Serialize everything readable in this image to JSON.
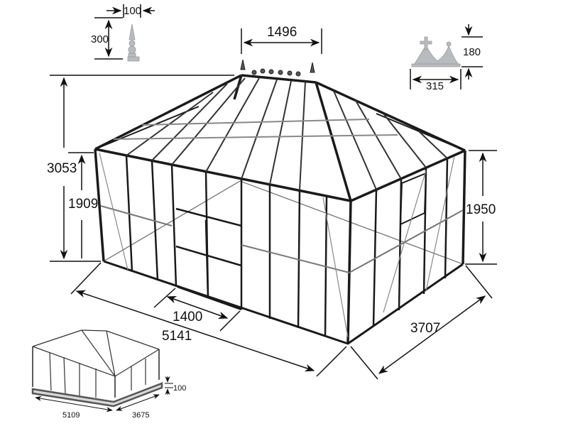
{
  "diagram": {
    "subject": "Greenhouse dimension drawing",
    "colors": {
      "background": "#ffffff",
      "frame": "#1a1a1a",
      "glazing_bar": "#555555",
      "ornament": "#b8bcc0",
      "dimension_line": "#111111"
    },
    "dimensions": {
      "ridge_length": "1496",
      "total_height": "3053",
      "front_eave_height": "1909",
      "side_eave_height": "1950",
      "door_width": "1400",
      "length": "5141",
      "width": "3707"
    },
    "finial_detail": {
      "label": "finial",
      "width": "100",
      "height": "300"
    },
    "ridge_crest_detail": {
      "label": "ridge-crest",
      "width": "315",
      "height": "180"
    },
    "base_inset": {
      "label": "base-frame",
      "base_height": "100",
      "base_length": "5109",
      "base_width": "3675"
    }
  }
}
